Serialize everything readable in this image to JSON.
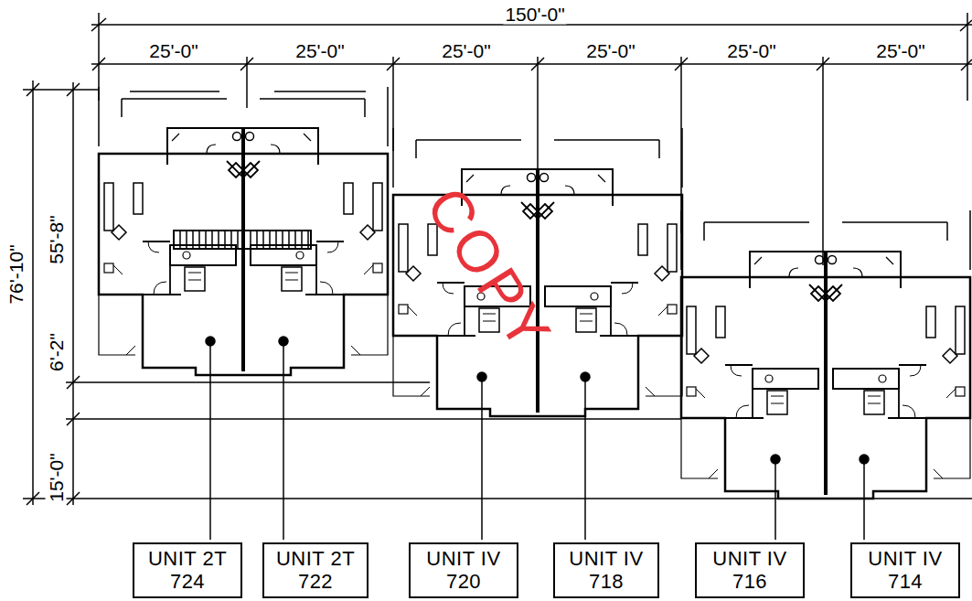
{
  "diagram": {
    "nodes": [
      {
        "text": [
          "UNIT 2T",
          "724"
        ]
      },
      {
        "text": [
          "UNIT 2T",
          "722"
        ]
      },
      {
        "text": [
          "UNIT IV",
          "720"
        ]
      },
      {
        "text": [
          "UNIT IV",
          "718"
        ]
      },
      {
        "text": [
          "UNIT IV",
          "716"
        ]
      },
      {
        "text": [
          "UNIT IV",
          "714"
        ]
      }
    ],
    "labels": [
      "150'-0\"",
      "25'-0\"",
      "25'-0\"",
      "25'-0\"",
      "25'-0\"",
      "25'-0\"",
      "25'-0\"",
      "76'-10\"",
      "55'-8\"",
      "6'-2\"",
      "15'-0\"",
      "COPY"
    ]
  }
}
